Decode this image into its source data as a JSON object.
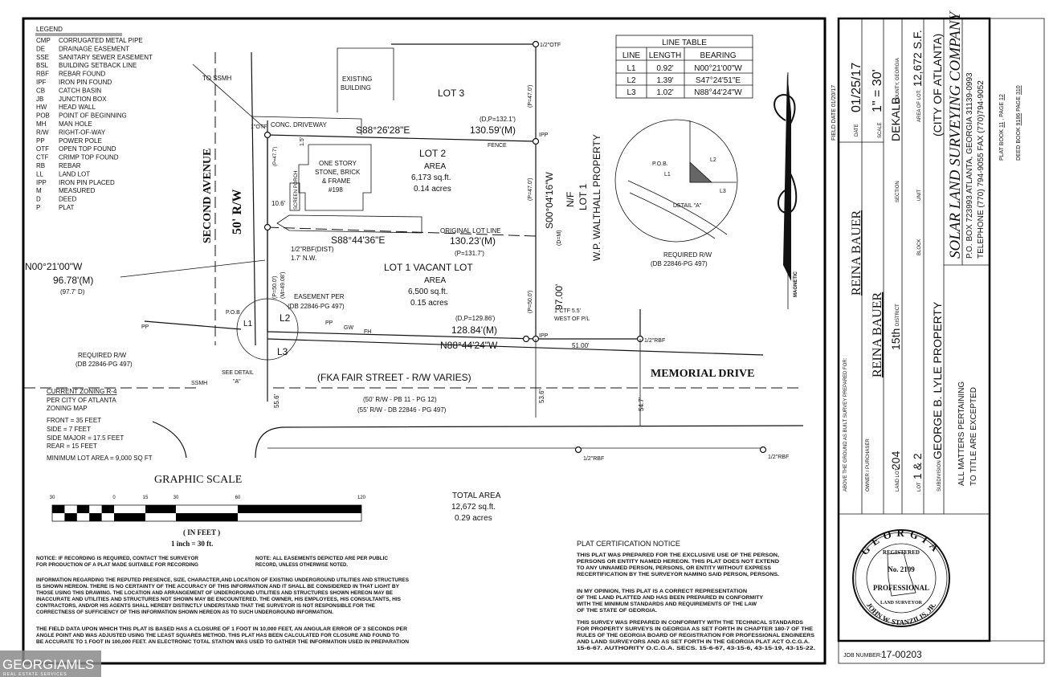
{
  "legend": {
    "title": "LEGEND",
    "items": [
      {
        "abbr": "CMP",
        "desc": "CORRUGATED METAL PIPE"
      },
      {
        "abbr": "DE",
        "desc": "DRAINAGE EASEMENT"
      },
      {
        "abbr": "SSE",
        "desc": "SANITARY SEWER EASEMENT"
      },
      {
        "abbr": "BSL",
        "desc": "BUILDING SETBACK LINE"
      },
      {
        "abbr": "RBF",
        "desc": "REBAR FOUND"
      },
      {
        "abbr": "IPF",
        "desc": "IRON PIN FOUND"
      },
      {
        "abbr": "CB",
        "desc": "CATCH BASIN"
      },
      {
        "abbr": "JB",
        "desc": "JUNCTION BOX"
      },
      {
        "abbr": "HW",
        "desc": "HEAD WALL"
      },
      {
        "abbr": "POB",
        "desc": "POINT OF BEGINNING"
      },
      {
        "abbr": "MH",
        "desc": "MAN HOLE"
      },
      {
        "abbr": "R/W",
        "desc": "RIGHT-OF-WAY"
      },
      {
        "abbr": "PP",
        "desc": "POWER POLE"
      },
      {
        "abbr": "OTF",
        "desc": "OPEN TOP FOUND"
      },
      {
        "abbr": "CTF",
        "desc": "CRIMP TOP FOUND"
      },
      {
        "abbr": "RB",
        "desc": "REBAR"
      },
      {
        "abbr": "LL",
        "desc": "LAND LOT"
      },
      {
        "abbr": "IPP",
        "desc": "IRON PIN PLACED"
      },
      {
        "abbr": "M",
        "desc": "MEASURED"
      },
      {
        "abbr": "D",
        "desc": "DEED"
      },
      {
        "abbr": "P",
        "desc": "PLAT"
      }
    ]
  },
  "line_table": {
    "title": "LINE TABLE",
    "headers": [
      "LINE",
      "LENGTH",
      "BEARING"
    ],
    "rows": [
      [
        "L1",
        "0.92'",
        "N00°21'00\"W"
      ],
      [
        "L2",
        "1.39'",
        "S47°24'51\"E"
      ],
      [
        "L3",
        "1.02'",
        "N88°44'24\"W"
      ]
    ]
  },
  "labels": {
    "to_ssmh": "TO SSMH",
    "existing": "EXISTING",
    "building": "BUILDING",
    "lot3": "LOT 3",
    "otf1": "1\"OTF",
    "driveway": "CONC. DRIVEWAY",
    "brg_top": "S88°26'28\"E",
    "dp_top": "(D,P=132.1')",
    "dist_top": "130.59'(M)",
    "ipp_top": "IPP",
    "fence": "FENCE",
    "p477": "(P=47.7')",
    "d15": "1.5'",
    "house1": "ONE STORY",
    "house2": "STONE, BRICK",
    "house3": "& FRAME",
    "house4": "#198",
    "porch": "SCREEN PORCH",
    "d106": "10.6'",
    "lot2": "LOT 2",
    "lot2_area": "AREA",
    "lot2_sqft": "6,173 sq.ft.",
    "lot2_acres": "0.14 acres",
    "p470a": "(P=47.0')",
    "p470b": "(P=47.0')",
    "brg_right": "S00°04'16\"W",
    "nf": "N/F",
    "nf_lot": "LOT 1",
    "nf_owner": "W.P. WALTHALL PROPERTY",
    "orig_lot_line": "ORIGINAL LOT LINE",
    "brg_mid": "S88°44'36\"E",
    "dist_mid": "130.23'(M)",
    "p_mid": "(P=131.7')",
    "rbf_dist": "1/2\"RBF(DIST)",
    "rbf_nw": "1.7' N.W.",
    "brg_left": "N00°21'00\"W",
    "dist_left": "96.78'(M)",
    "deed_left": "(97.7' D)",
    "p500": "(P=50.0')",
    "m4908": "(M=49.08')",
    "lot1": "LOT 1 VACANT LOT",
    "lot1_area": "AREA",
    "lot1_sqft": "6,500 sq.ft.",
    "lot1_acres": "0.15 acres",
    "easement1": "EASEMENT PER",
    "easement2": "(DB 22846-PG 497)",
    "dp_bottom": "(D,P=129.86')",
    "dist_bottom": "128.84'(M)",
    "brg_bottom": "N88°44'24\"W",
    "ctf1": "1\"CTF 5.5'",
    "ctf2": "WEST OF P/L",
    "ipp_bottom": "IPP",
    "rbf_right": "1/2\"RBF",
    "d5100": "51.00'",
    "dm": "(D=M)",
    "d9700": "97.00'",
    "p500r": "(P=50.0')",
    "otf_top": "1/2\"OTF",
    "pob": "P.O.B",
    "l1": "L1",
    "l2": "L2",
    "l3": "L3",
    "pp1": "PP",
    "pp2": "PP",
    "gw": "GW",
    "fh": "FH",
    "req_rw1": "REQUIRED R/W",
    "req_rw2": "(DB 22846-PG 497)",
    "see_detail1": "SEE DETAIL",
    "see_detail2": "\"A\"",
    "ssmh": "SSMH",
    "fka": "(FKA FAIR STREET - R/W VARIES)",
    "memorial": "MEMORIAL DRIVE",
    "d556": "55.6'",
    "d536": "53.6'",
    "d547": "54.7'",
    "rw_pb": "(50' R/W - PB 11 - PG 12)",
    "rw_db": "(55' R/W - DB 22846 - PG 497)",
    "rbf_low1": "1/2\"RBF",
    "rbf_low2": "1/2\"RBF",
    "second_ave": "SECOND AVENUE",
    "rw50": "50' R/W",
    "total_area": "TOTAL AREA",
    "total_sqft": "12,672 sq.ft.",
    "total_acres": "0.29 acres",
    "magnetic": "MAGNETIC",
    "field_date": "FIELD DATE 01/20/17"
  },
  "detail_a": {
    "pob": "P.O.B.",
    "l1": "L1",
    "l2": "L2",
    "l3": "L3",
    "title": "DETAIL \"A\"",
    "req_rw": "REQUIRED R/W",
    "req_rw_ref": "(DB 22846-PG 497)"
  },
  "zoning": {
    "title": "CURRENT ZONING R-4",
    "line2": "PER CITY OF ATLANTA",
    "line3": "ZONING MAP",
    "front": "FRONT = 35 FEET",
    "side": "SIDE = 7 FEET",
    "side_major": "SIDE MAJOR = 17.5 FEET",
    "rear": "REAR = 15 FEET",
    "min_area": "MINIMUM LOT AREA = 9,000 SQ FT"
  },
  "graphic_scale": {
    "title": "GRAPHIC SCALE",
    "ticks": [
      "30",
      "0",
      "15",
      "30",
      "60",
      "120"
    ],
    "units": "( IN FEET )",
    "ratio": "1 inch = 30 ft."
  },
  "notes": {
    "recording1": "NOTICE: IF RECORDING IS REQUIRED, CONTACT THE SURVEYOR",
    "recording2": "FOR PRODUCTION OF A PLAT MADE SUITABLE FOR RECORDING",
    "easement1": "NOTE: ALL EASEMENTS DEPICTED ARE PER PUBLIC",
    "easement2": "RECORD, UNLESS OTHERWISE NOTED.",
    "utilities": [
      "INFORMATION REGARDING THE REPUTED PRESENCE, SIZE, CHARACTER,AND LOCATION OF EXISTING UNDERGROUND UTILITIES AND STRUCTURES",
      "IS SHOWN HEREON. THERE IS NO CERTAINTY OF THE ACCURACY OF THIS INFORMATION AND IT SHALL BE CONSIDERED IN THAT LIGHT BY",
      "THOSE USING THIS DRAWING. THE LOCATION AND ARRANGEMENT OF UNDERGROUND UTILITIES AND STRUCTURES SHOWN HEREON MAY BE",
      "INACCURATE AND UTILITIES AND STRUCTURES NOT SHOWN MAY BE ENCOUNTERED. THE OWNER, HIS EMPLOYEES, HIS CONSULTANTS, HIS",
      "CONTRACTORS, AND/OR HIS AGENTS SHALL HEREBY DISTINCTLY UNDERSTAND THAT THE SURVEYOR IS NOT RESPONSIBLE FOR THE",
      "CORRECTNESS OF SUFFICIENCY OF THIS INFORMATION SHOWN HEREON AS TO SUCH UNDERGROUND INFORMATION."
    ],
    "field_data": [
      "THE FIELD DATA UPON WHICH THIS PLAT IS BASED HAS A CLOSURE OF 1 FOOT IN 10,000 FEET, AN ANGULAR ERROR OF 3 SECONDS PER",
      "ANGLE POINT AND WAS ADJUSTED USING THE LEAST SQUARES METHOD.  THIS PLAT HAS BEEN CALCULATED FOR CLOSURE AND FOUND TO",
      "BE ACCURATE TO 1 FOOT IN 100,000 FEET.  AN ELECTRONIC TOTAL STATION WAS USED TO GATHER THE INFORMATION USED IN PREPARATION"
    ]
  },
  "certification": {
    "title": "PLAT CERTIFICATION NOTICE",
    "para1": [
      "THIS PLAT WAS PREPARED FOR THE EXCLUSIVE USE OF THE PERSON,",
      "PERSONS OR ENTITY NAMED HEREON.  THIS PLAT DOES NOT EXTEND",
      "TO ANY UNNAMED PERSON, PERSONS, OR ENTITY WITHOUT EXPRESS",
      "RECERTIFICATION BY THE SURVEYOR NAMING SAID PERSON, PERSONS."
    ],
    "para2": [
      "IN MY OPINION, THIS PLAT IS A CORRECT REPRESENTATION",
      "OF THE LAND PLATTED AND HAS BEEN PREPARED IN CONFORMITY",
      "WITH THE MINIMUM STANDARDS AND REQUIREMENTS OF THE LAW",
      "OF THE STATE OF GEORGIA."
    ],
    "para3": [
      "THIS SURVEY WAS PREPARED IN CONFORMITY WITH THE TECHNICAL STANDARDS",
      "FOR PROPERTY SURVEYS IN GEORGIA AS SET FORTH IN CHAPTER 180-7 OF THE",
      "RULES OF THE GEORGIA BOARD OF REGISTRATION FOR PROFESSIONAL ENGINEERS",
      "AND LAND SURVEYORS AND AS SET FORTH IN THE GEORGIA PLAT ACT O.C.G.A.",
      "15-6-67. AUTHORITY O.C.G.A. SECS. 15-6-67, 43-15-6, 43-15-19, 43-15-22."
    ]
  },
  "title_block": {
    "prepared_for_label": "ABOVE THE GROUND AS BUILT SURVEY PREPARED FOR:",
    "prepared_for": "REINA BAUER",
    "date_label": "DATE",
    "date": "01/25/17",
    "owner_label": "OWNER / PURCHASER",
    "owner": "REINA BAUER",
    "scale_label": "SCALE",
    "scale": "1\" = 30'",
    "land_lot_label": "LAND LOT",
    "land_lot": "204",
    "district": "15th",
    "district_label": "DISTRICT",
    "section_label": "SECTION",
    "county": "DEKALB",
    "county_label": "COUNTY, GEORGIA",
    "lot_label": "LOT",
    "lot": "1 & 2",
    "block_label": "BLOCK",
    "unit_label": "UNIT",
    "area_label": "AREA OF LOT:",
    "area": "12,672 S.F.",
    "subdivision_label": "SUBDIVISION",
    "subdivision": "GEORGE B. LYLE PROPERTY",
    "city": "(CITY OF ATLANTA)",
    "company": "SOLAR LAND SURVEYING COMPANY",
    "address": "P.O. BOX 723993   ATLANTA, GEORGIA   31139-0993",
    "phone": "TELEPHONE (770) 794-9055 FAX (770)794-9052",
    "title_note1": "ALL MATTERS PERTAINING",
    "title_note2": "TO TITLE ARE EXCEPTED",
    "plat_book_label": "PLAT BOOK",
    "plat_book": "11",
    "plat_page_label": "PAGE",
    "plat_page": "12",
    "deed_book_label": "DEED BOOK",
    "deed_book": "9186",
    "deed_page_label": "PAGE",
    "deed_page": "310",
    "job_label": "JOB NUMBER:",
    "job_number": "17-00203"
  },
  "seal": {
    "state": "GEORGIA",
    "registered": "REGISTERED",
    "number": "No. 2109",
    "professional": "PROFESSIONAL",
    "land_surveyor": "LAND SURVEYOR",
    "name": "JOHN W. STANZILIS, JR."
  },
  "watermark": {
    "brand": "GEORGIAMLS",
    "tagline": "REAL ESTATE SERVICES"
  }
}
